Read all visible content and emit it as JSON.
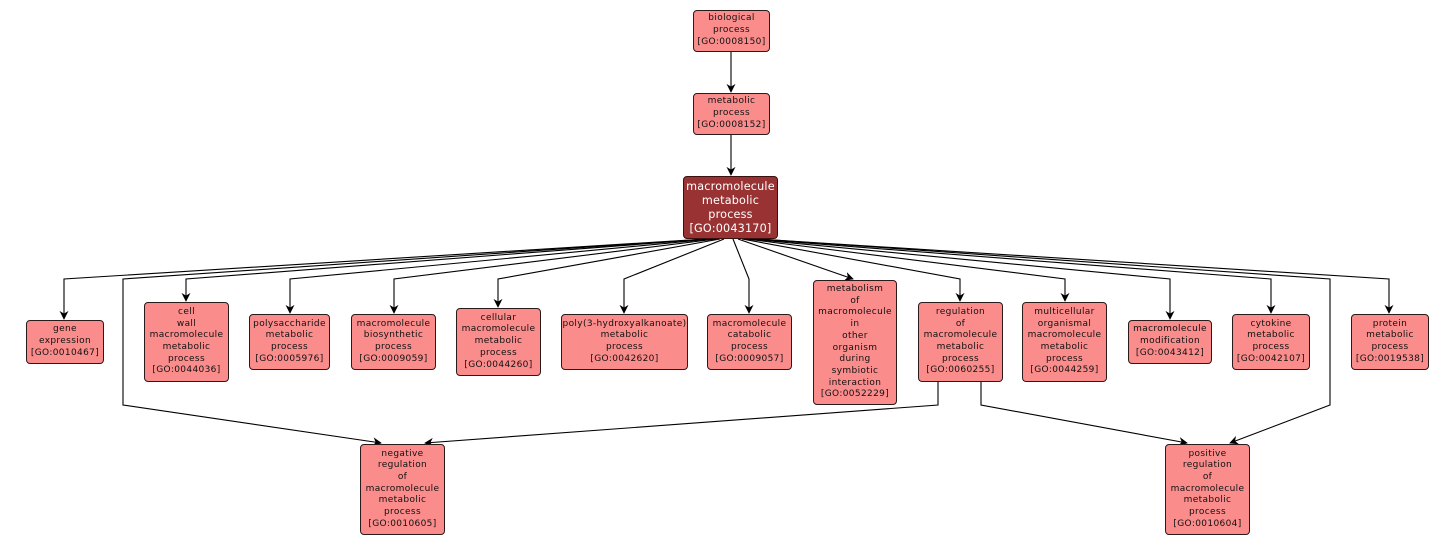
{
  "diagram": {
    "title": "GO term hierarchy",
    "colors": {
      "node_fill": "#fb8c8c",
      "focus_fill": "#993333",
      "edge": "#000000",
      "background": "#ffffff"
    },
    "nodes": [
      {
        "id": "GO:0008150",
        "lines": [
          "biological",
          "process",
          "[GO:0008150]"
        ],
        "role": "ancestor"
      },
      {
        "id": "GO:0008152",
        "lines": [
          "metabolic",
          "process",
          "[GO:0008152]"
        ],
        "role": "ancestor"
      },
      {
        "id": "GO:0043170",
        "lines": [
          "macromolecule",
          "metabolic",
          "process",
          "[GO:0043170]"
        ],
        "role": "focus"
      },
      {
        "id": "GO:0010467",
        "lines": [
          "gene",
          "expression",
          "[GO:0010467]"
        ],
        "role": "child"
      },
      {
        "id": "GO:0044036",
        "lines": [
          "cell",
          "wall",
          "macromolecule",
          "metabolic",
          "process",
          "[GO:0044036]"
        ],
        "role": "child"
      },
      {
        "id": "GO:0005976",
        "lines": [
          "polysaccharide",
          "metabolic",
          "process",
          "[GO:0005976]"
        ],
        "role": "child"
      },
      {
        "id": "GO:0009059",
        "lines": [
          "macromolecule",
          "biosynthetic",
          "process",
          "[GO:0009059]"
        ],
        "role": "child"
      },
      {
        "id": "GO:0044260",
        "lines": [
          "cellular",
          "macromolecule",
          "metabolic",
          "process",
          "[GO:0044260]"
        ],
        "role": "child"
      },
      {
        "id": "GO:0042620",
        "lines": [
          "poly(3-hydroxyalkanoate)",
          "metabolic",
          "process",
          "[GO:0042620]"
        ],
        "role": "child"
      },
      {
        "id": "GO:0009057",
        "lines": [
          "macromolecule",
          "catabolic",
          "process",
          "[GO:0009057]"
        ],
        "role": "child"
      },
      {
        "id": "GO:0052229",
        "lines": [
          "metabolism",
          "of",
          "macromolecule",
          "in",
          "other",
          "organism",
          "during",
          "symbiotic",
          "interaction",
          "[GO:0052229]"
        ],
        "role": "child"
      },
      {
        "id": "GO:0060255",
        "lines": [
          "regulation",
          "of",
          "macromolecule",
          "metabolic",
          "process",
          "[GO:0060255]"
        ],
        "role": "child"
      },
      {
        "id": "GO:0044259",
        "lines": [
          "multicellular",
          "organismal",
          "macromolecule",
          "metabolic",
          "process",
          "[GO:0044259]"
        ],
        "role": "child"
      },
      {
        "id": "GO:0043412",
        "lines": [
          "macromolecule",
          "modification",
          "[GO:0043412]"
        ],
        "role": "child"
      },
      {
        "id": "GO:0042107",
        "lines": [
          "cytokine",
          "metabolic",
          "process",
          "[GO:0042107]"
        ],
        "role": "child"
      },
      {
        "id": "GO:0019538",
        "lines": [
          "protein",
          "metabolic",
          "process",
          "[GO:0019538]"
        ],
        "role": "child"
      },
      {
        "id": "GO:0010605",
        "lines": [
          "negative",
          "regulation",
          "of",
          "macromolecule",
          "metabolic",
          "process",
          "[GO:0010605]"
        ],
        "role": "grandchild"
      },
      {
        "id": "GO:0010604",
        "lines": [
          "positive",
          "regulation",
          "of",
          "macromolecule",
          "metabolic",
          "process",
          "[GO:0010604]"
        ],
        "role": "grandchild"
      }
    ],
    "edges": [
      {
        "from": "GO:0008150",
        "to": "GO:0008152"
      },
      {
        "from": "GO:0008152",
        "to": "GO:0043170"
      },
      {
        "from": "GO:0043170",
        "to": "GO:0010467"
      },
      {
        "from": "GO:0043170",
        "to": "GO:0044036"
      },
      {
        "from": "GO:0043170",
        "to": "GO:0005976"
      },
      {
        "from": "GO:0043170",
        "to": "GO:0009059"
      },
      {
        "from": "GO:0043170",
        "to": "GO:0044260"
      },
      {
        "from": "GO:0043170",
        "to": "GO:0042620"
      },
      {
        "from": "GO:0043170",
        "to": "GO:0009057"
      },
      {
        "from": "GO:0043170",
        "to": "GO:0052229"
      },
      {
        "from": "GO:0043170",
        "to": "GO:0060255"
      },
      {
        "from": "GO:0043170",
        "to": "GO:0044259"
      },
      {
        "from": "GO:0043170",
        "to": "GO:0043412"
      },
      {
        "from": "GO:0043170",
        "to": "GO:0042107"
      },
      {
        "from": "GO:0043170",
        "to": "GO:0019538"
      },
      {
        "from": "GO:0043170",
        "to": "GO:0010605"
      },
      {
        "from": "GO:0043170",
        "to": "GO:0010604"
      },
      {
        "from": "GO:0060255",
        "to": "GO:0010605"
      },
      {
        "from": "GO:0060255",
        "to": "GO:0010604"
      }
    ]
  }
}
